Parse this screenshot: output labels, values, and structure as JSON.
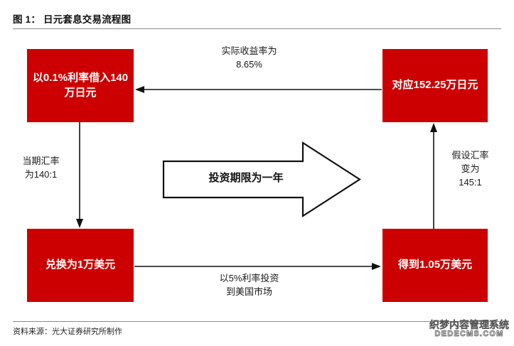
{
  "figure": {
    "title": "图 1： 日元套息交易流程图",
    "source": "资料来源：光大证券研究所制作"
  },
  "watermark": {
    "cn": "织梦内容管理系统",
    "en": "DEDECMS.COM"
  },
  "colors": {
    "node_fill": "#CC0000",
    "node_text": "#FFFFFF",
    "line": "#111111",
    "rule": "#8A8A8A"
  },
  "diagram": {
    "type": "flowchart",
    "nodes": [
      {
        "id": "top-left",
        "text": "以0.1%利率借入140万日元",
        "position": "top-left"
      },
      {
        "id": "top-right",
        "text": "对应152.25万日元",
        "position": "top-right"
      },
      {
        "id": "bottom-left",
        "text": "兑换为1万美元",
        "position": "bottom-left"
      },
      {
        "id": "bottom-right",
        "text": "得到1.05万美元",
        "position": "bottom-right"
      }
    ],
    "edges": [
      {
        "id": "edge-top",
        "from": "top-right",
        "to": "top-left",
        "direction": "left",
        "label": "实际收益率为\n8.65%"
      },
      {
        "id": "edge-left",
        "from": "top-left",
        "to": "bottom-left",
        "direction": "down",
        "label": "当期汇率\n为140:1"
      },
      {
        "id": "edge-bottom",
        "from": "bottom-left",
        "to": "bottom-right",
        "direction": "right",
        "label": "以5%利率投资\n到美国市场"
      },
      {
        "id": "edge-right",
        "from": "bottom-right",
        "to": "top-right",
        "direction": "up",
        "label": "假设汇率\n变为\n145:1"
      }
    ],
    "center_arrow": {
      "text": "投资期限为一年",
      "direction": "right"
    }
  }
}
